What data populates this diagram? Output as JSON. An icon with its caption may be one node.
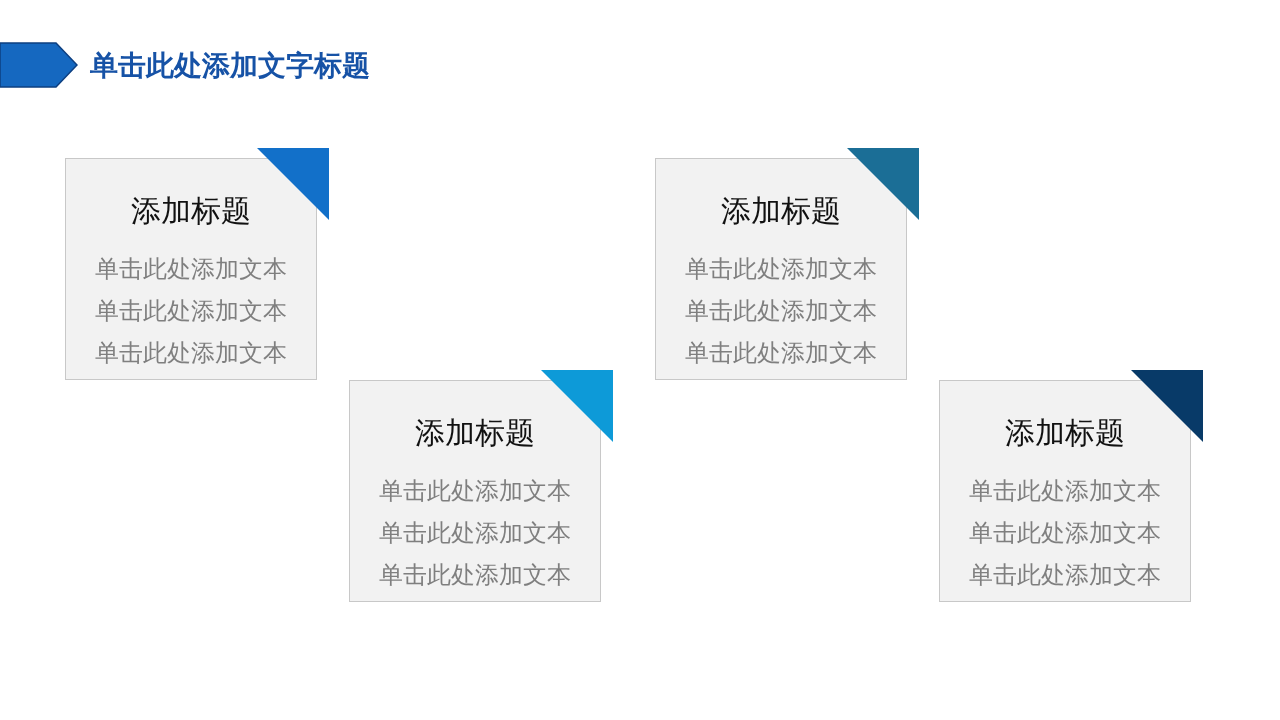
{
  "diagram": {
    "title": "单击此处添加文字标题",
    "nodes": [
      {
        "text": [
          "添加标题",
          "单击此处添加文本",
          "单击此处添加文本",
          "单击此处添加文本"
        ]
      },
      {
        "text": [
          "添加标题",
          "单击此处添加文本",
          "单击此处添加文本",
          "单击此处添加文本"
        ]
      },
      {
        "text": [
          "添加标题",
          "单击此处添加文本",
          "单击此处添加文本",
          "单击此处添加文本"
        ]
      },
      {
        "text": [
          "添加标题",
          "单击此处添加文本",
          "单击此处添加文本",
          "单击此处添加文本"
        ]
      }
    ],
    "edges": []
  }
}
